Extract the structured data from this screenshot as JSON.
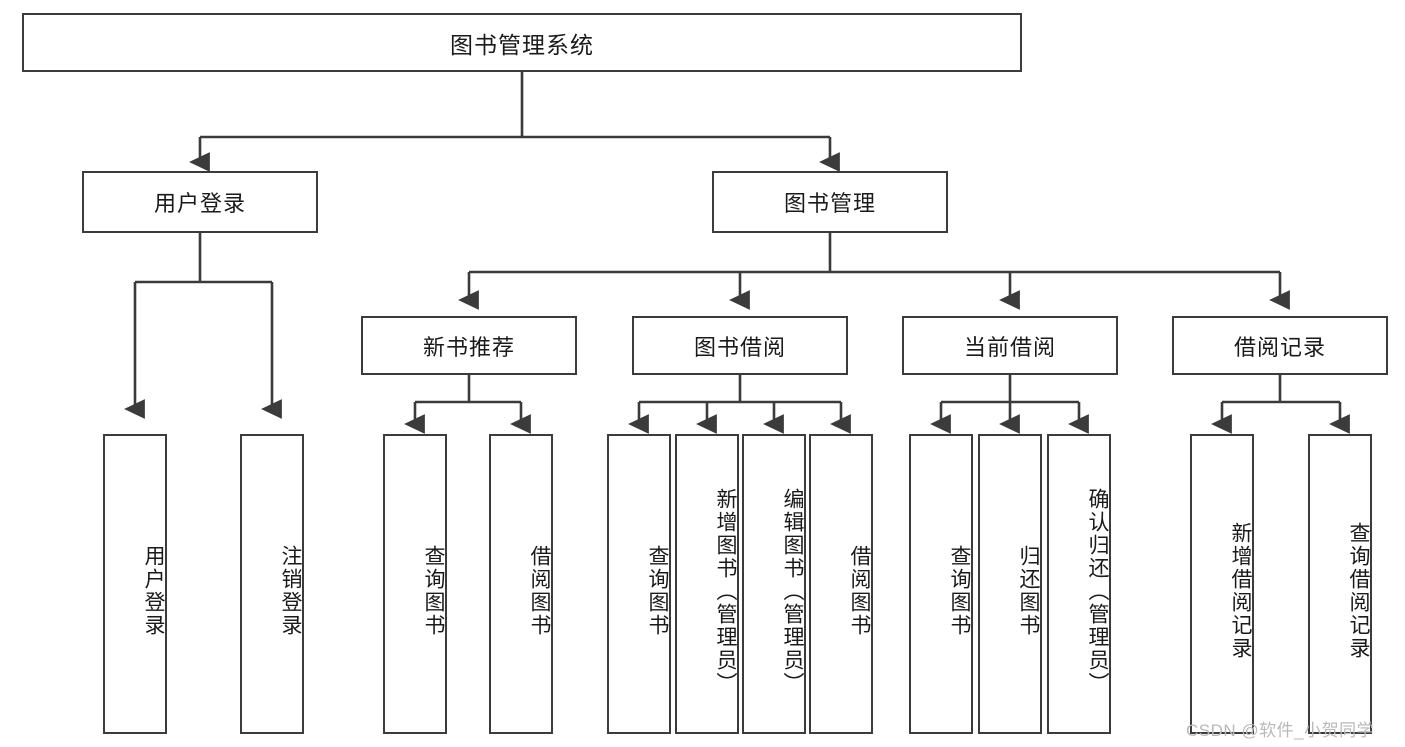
{
  "diagram": {
    "type": "hierarchy-tree",
    "title": "图书管理系统",
    "watermark": "CSDN @软件_小贺同学",
    "colors": {
      "box_border": "#3b3b3b",
      "box_fill": "#ffffff",
      "edge": "#3b3b3b",
      "text": "#1a1a1a",
      "watermark": "#b9b9b9",
      "background": "#ffffff"
    },
    "nodes": {
      "root": {
        "label": "图书管理系统"
      },
      "level2": [
        {
          "id": "user-login",
          "label": "用户登录"
        },
        {
          "id": "book-manage",
          "label": "图书管理"
        }
      ],
      "level3": [
        {
          "id": "new-book-recommend",
          "label": "新书推荐"
        },
        {
          "id": "book-borrow",
          "label": "图书借阅"
        },
        {
          "id": "current-borrow",
          "label": "当前借阅"
        },
        {
          "id": "borrow-record",
          "label": "借阅记录"
        }
      ],
      "leaves": {
        "user_login": [
          {
            "id": "leaf-user-login",
            "label": "用户登录"
          },
          {
            "id": "leaf-logout",
            "label": "注销登录"
          }
        ],
        "new_book_recommend": [
          {
            "id": "leaf-query-book-1",
            "label": "查询图书"
          },
          {
            "id": "leaf-borrow-book-1",
            "label": "借阅图书"
          }
        ],
        "book_borrow": [
          {
            "id": "leaf-query-book-2",
            "label": "查询图书"
          },
          {
            "id": "leaf-add-book",
            "label": "新增图书（管理员）"
          },
          {
            "id": "leaf-edit-book",
            "label": "编辑图书（管理员）"
          },
          {
            "id": "leaf-borrow-book-2",
            "label": "借阅图书"
          }
        ],
        "current_borrow": [
          {
            "id": "leaf-query-book-3",
            "label": "查询图书"
          },
          {
            "id": "leaf-return-book",
            "label": "归还图书"
          },
          {
            "id": "leaf-confirm-return",
            "label": "确认归还（管理员）"
          }
        ],
        "borrow_record": [
          {
            "id": "leaf-add-record",
            "label": "新增借阅记录"
          },
          {
            "id": "leaf-query-record",
            "label": "查询借阅记录"
          }
        ]
      }
    }
  }
}
